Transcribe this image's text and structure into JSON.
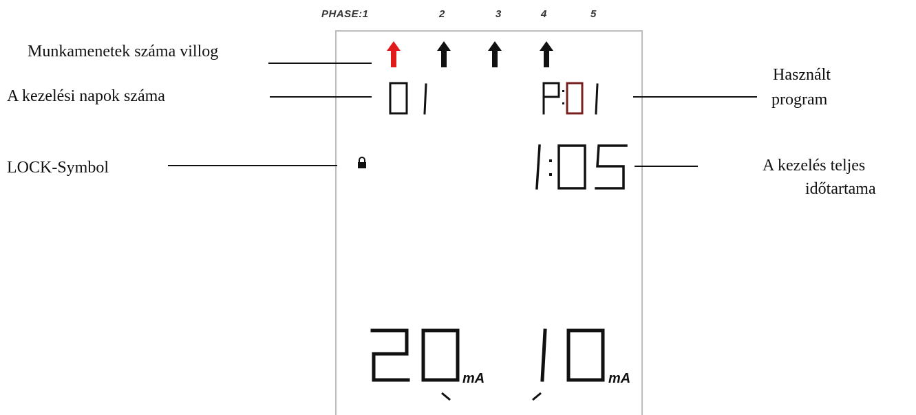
{
  "phase": {
    "prefix": "PHASE:1",
    "numbers": [
      "2",
      "3",
      "4",
      "5"
    ],
    "active_color": "#e01b1b",
    "inactive_color": "#111111"
  },
  "display": {
    "days": "01",
    "program": "P:01",
    "total_time": "1:05",
    "current_left": "20",
    "current_right": "10",
    "unit": "mA",
    "lock_icon": "lock-icon"
  },
  "callouts": {
    "sessions": "Munkamenetek száma villog",
    "days": "A kezelési napok száma",
    "lock": "LOCK-Symbol",
    "program_line1": "Használt",
    "program_line2": "program",
    "duration_line1": "A kezelés teljes",
    "duration_line2": "időtartama"
  }
}
